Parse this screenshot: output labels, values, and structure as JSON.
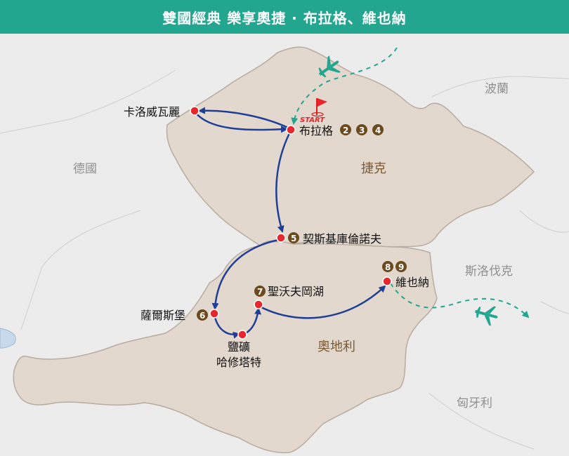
{
  "header": {
    "title": "雙國經典 樂享奧捷 · 布拉格、維也納"
  },
  "countries": {
    "poland": "波蘭",
    "germany": "德國",
    "czech": "捷克",
    "slovakia": "斯洛伐克",
    "austria": "奧地利",
    "hungary": "匈牙利"
  },
  "start_label": "START",
  "cities": {
    "karlovy_vary": "卡洛威瓦麗",
    "prague": "布拉格",
    "cesky_krumlov": "契斯基庫倫諾夫",
    "salzburg": "薩爾斯堡",
    "salt_mine_line1": "鹽礦",
    "salt_mine_line2": "哈修塔特",
    "st_wolfgang": "聖沃夫岡湖",
    "vienna": "維也納"
  },
  "day_badges": {
    "prague": [
      "2",
      "3",
      "4"
    ],
    "cesky_krumlov": [
      "5"
    ],
    "salzburg": [
      "6"
    ],
    "st_wolfgang": [
      "7"
    ],
    "vienna": [
      "8",
      "9"
    ]
  },
  "colors": {
    "header": "#22a68f",
    "land": "#e3d8ce",
    "route": "#1f3e96",
    "flight": "#22a68f",
    "marker": "#e8262c",
    "badge": "#6b4a1d"
  },
  "icons": [
    "airplane-icon",
    "start-flag-icon",
    "route-arrow",
    "city-marker"
  ]
}
